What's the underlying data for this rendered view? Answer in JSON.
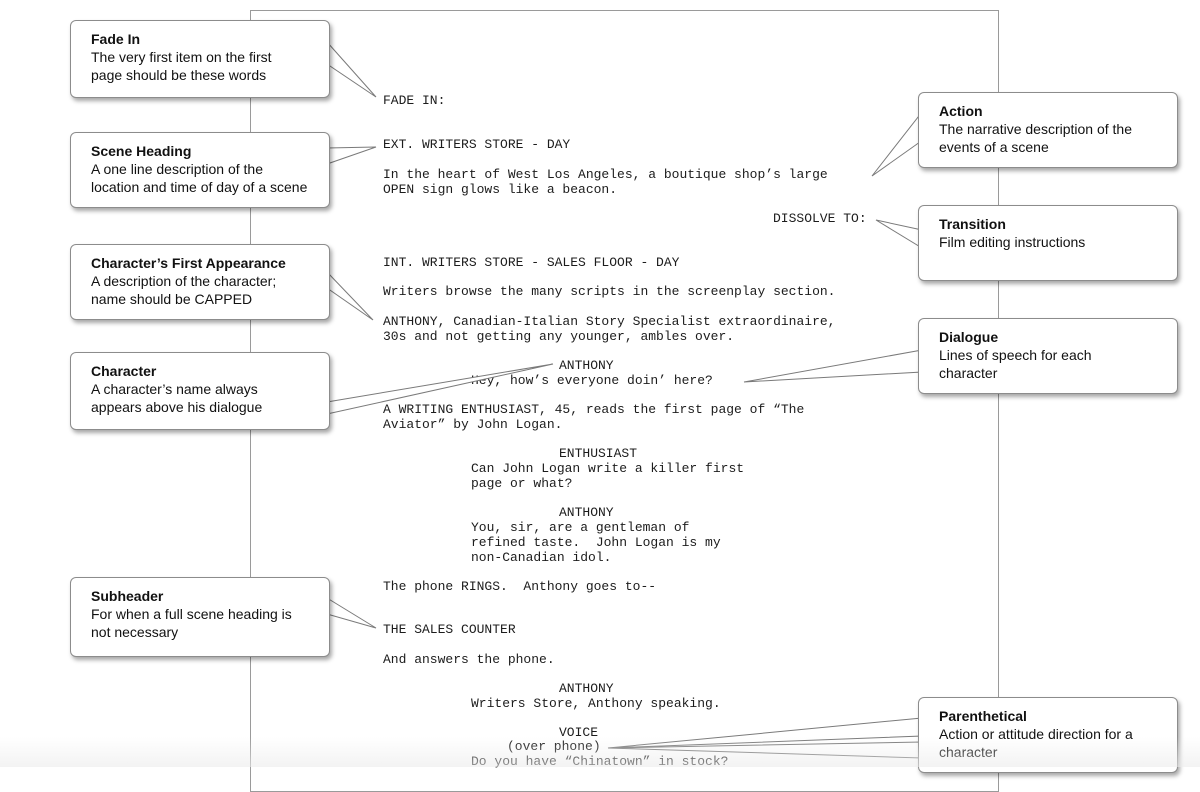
{
  "script_lines": [
    {
      "id": "fade-in",
      "text": "FADE IN:"
    },
    {
      "id": "scene-heading",
      "text": "EXT. WRITERS STORE - DAY"
    },
    {
      "id": "action-1a",
      "text": "In the heart of West Los Angeles, a boutique shop’s large"
    },
    {
      "id": "action-1b",
      "text": "OPEN sign glows like a beacon."
    },
    {
      "id": "transition",
      "text": "DISSOLVE TO:"
    },
    {
      "id": "scene-heading-2",
      "text": "INT. WRITERS STORE - SALES FLOOR - DAY"
    },
    {
      "id": "action-2",
      "text": "Writers browse the many scripts in the screenplay section."
    },
    {
      "id": "intro-a",
      "text": "ANTHONY, Canadian-Italian Story Specialist extraordinaire,"
    },
    {
      "id": "intro-b",
      "text": "30s and not getting any younger, ambles over."
    },
    {
      "id": "char-anthony-1",
      "text": "ANTHONY"
    },
    {
      "id": "dialogue-1",
      "text": "Hey, how’s everyone doin’ here?"
    },
    {
      "id": "action-3a",
      "text": "A WRITING ENTHUSIAST, 45, reads the first page of “The"
    },
    {
      "id": "action-3b",
      "text": "Aviator” by John Logan."
    },
    {
      "id": "char-enthusiast",
      "text": "ENTHUSIAST"
    },
    {
      "id": "dialogue-2a",
      "text": "Can John Logan write a killer first"
    },
    {
      "id": "dialogue-2b",
      "text": "page or what?"
    },
    {
      "id": "char-anthony-2",
      "text": "ANTHONY"
    },
    {
      "id": "dialogue-3a",
      "text": "You, sir, are a gentleman of"
    },
    {
      "id": "dialogue-3b",
      "text": "refined taste.  John Logan is my"
    },
    {
      "id": "dialogue-3c",
      "text": "non-Canadian idol."
    },
    {
      "id": "action-4",
      "text": "The phone RINGS.  Anthony goes to--"
    },
    {
      "id": "subheader",
      "text": "THE SALES COUNTER"
    },
    {
      "id": "action-5",
      "text": "And answers the phone."
    },
    {
      "id": "char-anthony-3",
      "text": "ANTHONY"
    },
    {
      "id": "dialogue-4",
      "text": "Writers Store, Anthony speaking."
    },
    {
      "id": "char-voice",
      "text": "VOICE"
    },
    {
      "id": "parenthetical",
      "text": "(over phone)"
    },
    {
      "id": "dialogue-5",
      "text": "Do you have “Chinatown” in stock?"
    }
  ],
  "callouts": [
    {
      "id": "fade-in",
      "title": "Fade In",
      "desc": [
        "The very first item on the first",
        "page should be these words"
      ]
    },
    {
      "id": "scene-heading",
      "title": "Scene Heading",
      "desc": [
        "A one line description of the",
        "location and time of day of a scene"
      ]
    },
    {
      "id": "character-first-appearance",
      "title": "Character’s First Appearance",
      "desc": [
        "A description of the character;",
        "name should be CAPPED"
      ]
    },
    {
      "id": "character",
      "title": "Character",
      "desc": [
        "A character’s name always",
        "appears above his dialogue"
      ]
    },
    {
      "id": "subheader",
      "title": "Subheader",
      "desc": [
        "For when a full scene heading is",
        "not necessary"
      ]
    },
    {
      "id": "action",
      "title": "Action",
      "desc": [
        "The narrative description of the",
        "events of a scene"
      ]
    },
    {
      "id": "transition",
      "title": "Transition",
      "desc": [
        "Film editing instructions"
      ]
    },
    {
      "id": "dialogue",
      "title": "Dialogue",
      "desc": [
        "Lines of speech for each",
        "character"
      ]
    },
    {
      "id": "parenthetical",
      "title": "Parenthetical",
      "desc": [
        "Action or attitude direction for a",
        "character"
      ]
    }
  ]
}
